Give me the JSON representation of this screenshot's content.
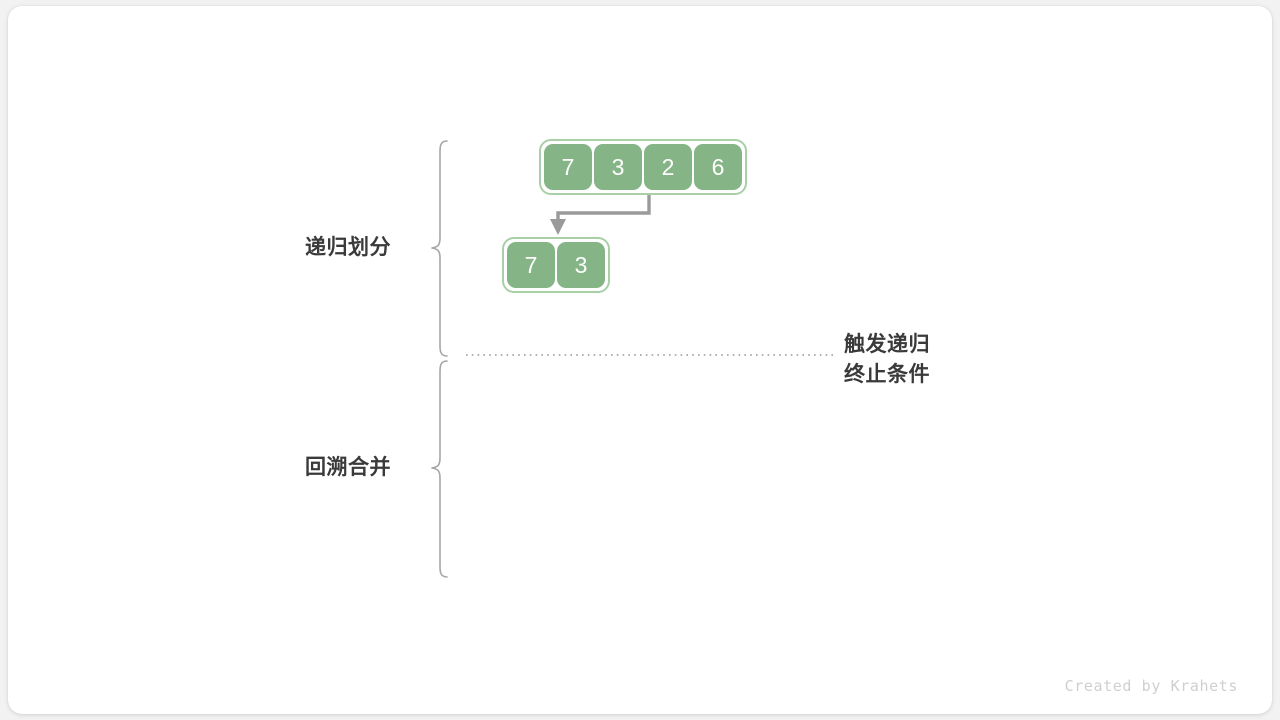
{
  "diagram": {
    "title_watermark": "Created by Krahets",
    "labels": {
      "divide": "递归划分",
      "merge": "回溯合并",
      "terminate_line1": "触发递归",
      "terminate_line2": "终止条件"
    },
    "arrays": [
      {
        "name": "array-top",
        "values": [
          "7",
          "3",
          "2",
          "6"
        ]
      },
      {
        "name": "array-sub",
        "values": [
          "7",
          "3"
        ]
      }
    ],
    "colors": {
      "cell_fill": "#85b586",
      "cell_text": "#ffffff",
      "array_border": "#a8cfa6",
      "brace_stroke": "#a6a6a6",
      "arrow_stroke": "#9a9a9a",
      "dotted_line": "#a6a6a6",
      "label_text": "#3a3a3a",
      "watermark_text": "#cfcfcf",
      "card_background": "#ffffff",
      "page_background": "#f2f2f2"
    },
    "icons": {
      "brace_divide": "curly-brace-icon",
      "brace_merge": "curly-brace-icon",
      "arrow_split": "down-arrow-icon",
      "divider": "dotted-divider-icon"
    }
  }
}
